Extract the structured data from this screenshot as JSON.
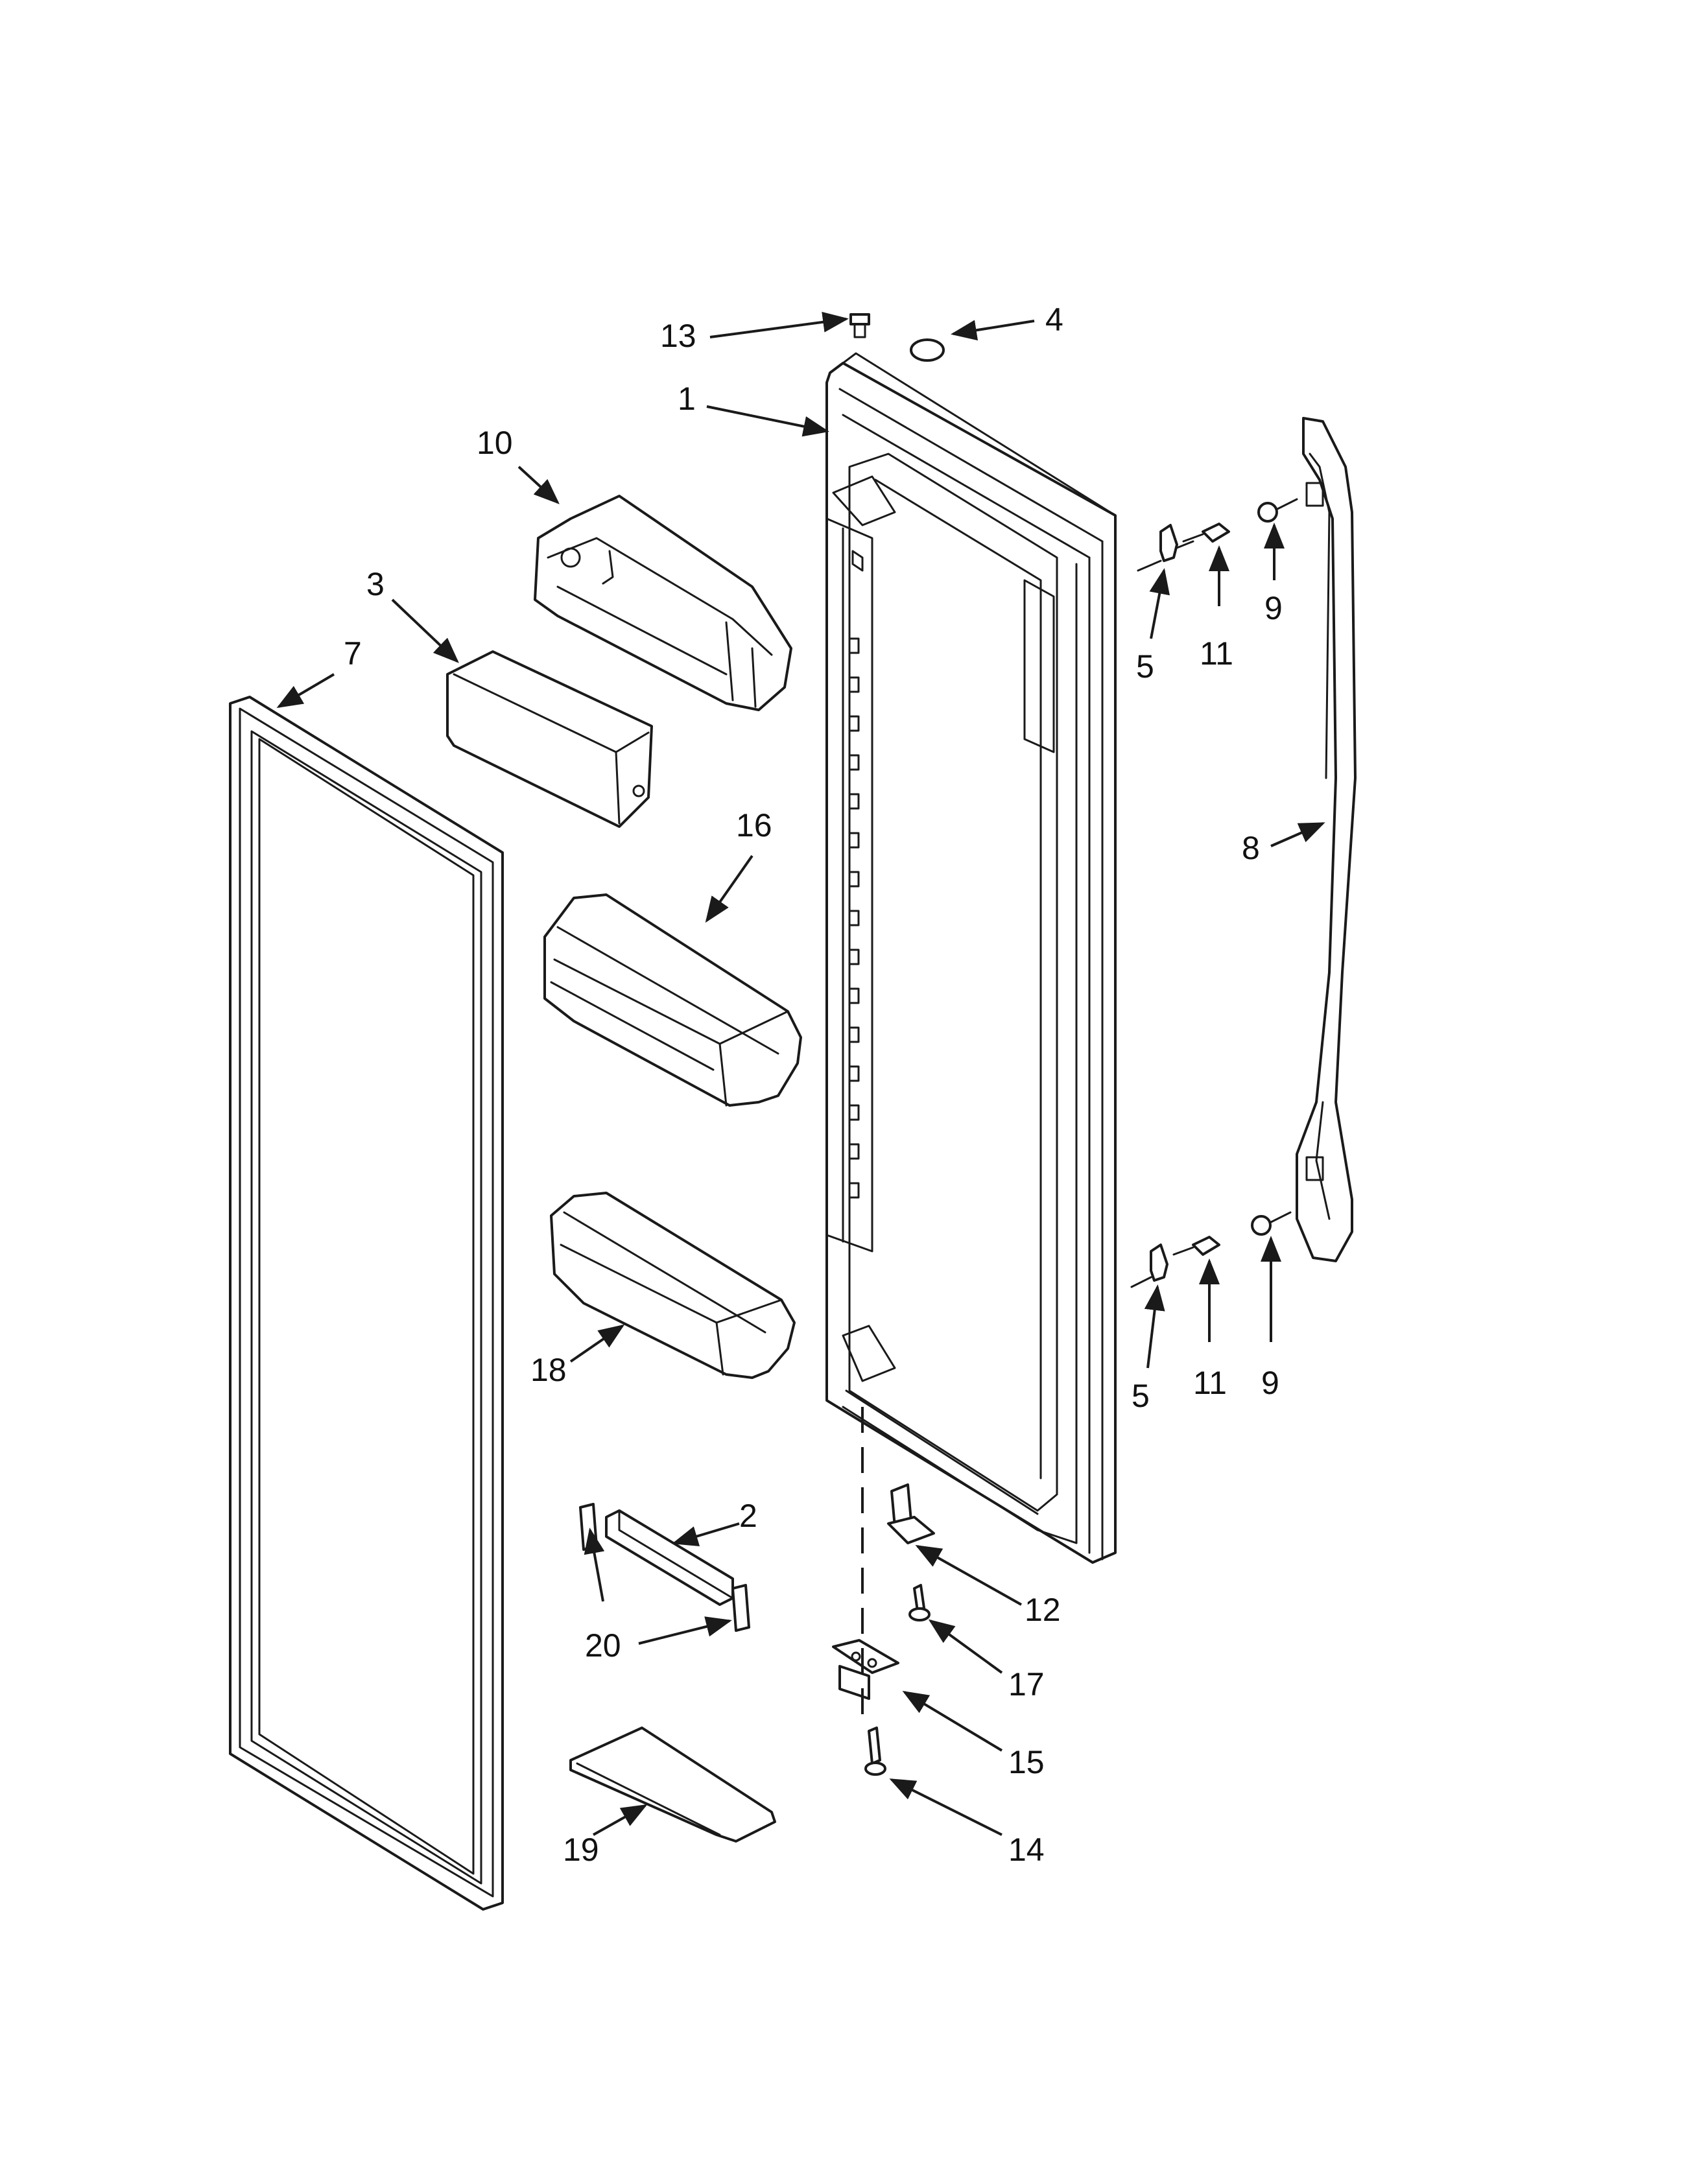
{
  "callouts": {
    "c1": "1",
    "c2": "2",
    "c3": "3",
    "c4": "4",
    "c5a": "5",
    "c5b": "5",
    "c7": "7",
    "c8": "8",
    "c9a": "9",
    "c9b": "9",
    "c10": "10",
    "c11a": "11",
    "c11b": "11",
    "c12": "12",
    "c13": "13",
    "c14": "14",
    "c15": "15",
    "c16": "16",
    "c17": "17",
    "c18": "18",
    "c19": "19",
    "c20": "20"
  },
  "colors": {
    "line": "#1a1a1a",
    "background": "#ffffff"
  }
}
